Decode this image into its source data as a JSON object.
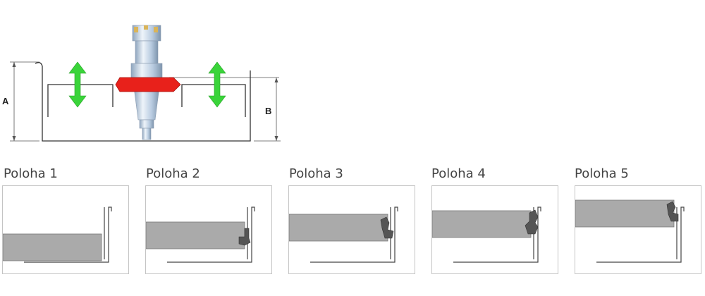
{
  "diagram": {
    "label_a": "A",
    "label_b": "B",
    "colors": {
      "tool_body": "#c9d9ea",
      "insert": "#d9b45a",
      "cutter_ring": "#e8211b",
      "arrows": "#3ad43a",
      "outline": "#333333"
    }
  },
  "positions": [
    {
      "label": "Poloha 1"
    },
    {
      "label": "Poloha 2"
    },
    {
      "label": "Poloha 3"
    },
    {
      "label": "Poloha 4"
    },
    {
      "label": "Poloha 5"
    }
  ]
}
